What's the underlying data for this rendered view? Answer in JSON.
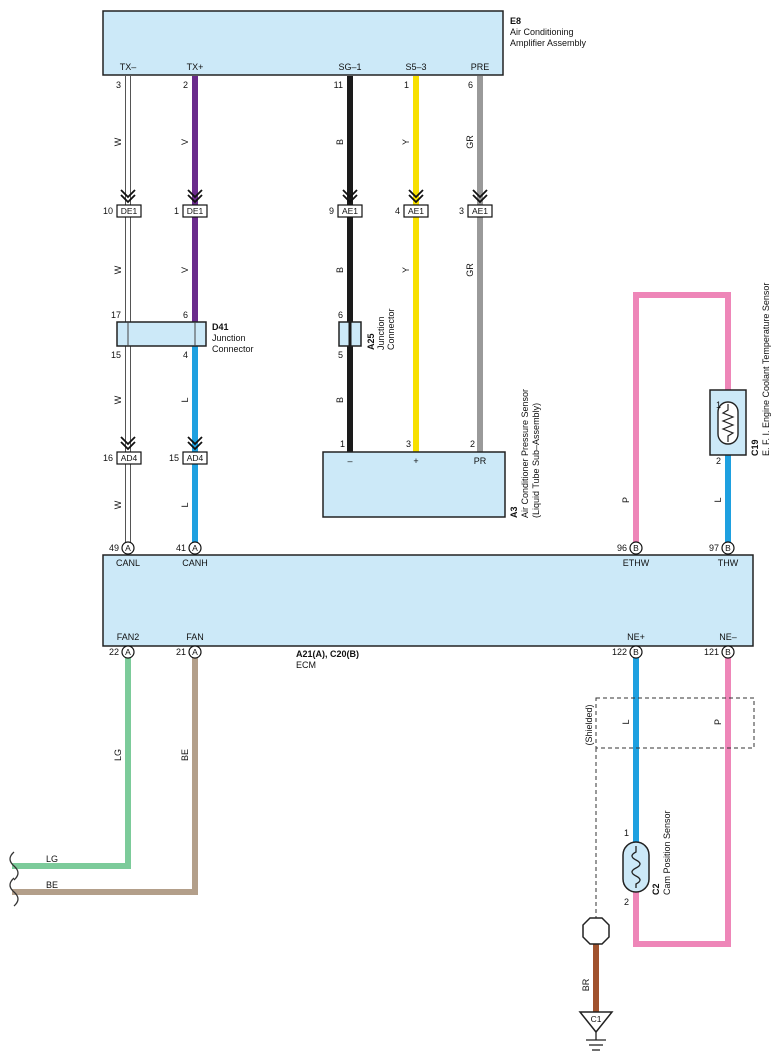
{
  "components": {
    "e8": {
      "code": "E8",
      "name_line1": "Air Conditioning",
      "name_line2": "Amplifier Assembly",
      "pins": {
        "txm": "TX–",
        "txp": "TX+",
        "sg1": "SG–1",
        "s53": "S5–3",
        "pre": "PRE"
      },
      "pin_numbers": {
        "txm": "3",
        "txp": "2",
        "sg1": "11",
        "s53": "1",
        "pre": "6"
      }
    },
    "d41": {
      "code": "D41",
      "name_line1": "Junction",
      "name_line2": "Connector",
      "pins": {
        "w_top": "17",
        "w_bot": "15",
        "v_top": "6",
        "l_bot": "4"
      }
    },
    "a25": {
      "code": "A25",
      "name_line1": "Junction",
      "name_line2": "Connector",
      "pins": {
        "top": "6",
        "bot": "5"
      }
    },
    "a3": {
      "code": "A3",
      "name_line1": "Air Conditioner Pressure Sensor",
      "name_line2": "(Liquid Tube Sub–Assembly)",
      "pins": {
        "minus": "–",
        "plus": "+",
        "pr": "PR"
      },
      "pin_numbers": {
        "minus": "1",
        "plus": "3",
        "pr": "2"
      }
    },
    "c19": {
      "code": "C19",
      "name": "E. F. I.   Engine Coolant Temperature Sensor",
      "pin_numbers": {
        "top": "1",
        "bot": "2"
      }
    },
    "c2": {
      "code": "C2",
      "name": "Cam Position Sensor",
      "pin_numbers": {
        "top": "1",
        "bot": "2"
      }
    },
    "ecm": {
      "code": "A21(A), C20(B)",
      "name": "ECM",
      "pins": {
        "canl": "CANL",
        "canh": "CANH",
        "ethw": "ETHW",
        "thw": "THW",
        "fan2": "FAN2",
        "fan": "FAN",
        "nep": "NE+",
        "nem": "NE–"
      },
      "pin_numbers": {
        "canl": "49",
        "canh": "41",
        "ethw": "96",
        "thw": "97",
        "fan2": "22",
        "fan": "21",
        "nep": "122",
        "nem": "121"
      },
      "connector_letters": {
        "a": "A",
        "b": "B"
      }
    },
    "ground": {
      "code": "C1"
    }
  },
  "connectors": {
    "de1": {
      "label": "DE1",
      "pin_w": "10",
      "pin_v": "1"
    },
    "ae1": {
      "label": "AE1",
      "pin_b": "9",
      "pin_y": "4",
      "pin_gr": "3"
    },
    "ad4": {
      "label": "AD4",
      "pin_w": "16",
      "pin_l": "15"
    }
  },
  "wire_colors": {
    "W": "W",
    "V": "V",
    "B": "B",
    "Y": "Y",
    "GR": "GR",
    "L": "L",
    "P": "P",
    "LG": "LG",
    "BE": "BE",
    "BR": "BR"
  },
  "shielded_label": "(Shielded)",
  "colors": {
    "box_fill": "#cce9f8",
    "white_wire": "#ffffff",
    "violet": "#6a2b8c",
    "black": "#1a1a1a",
    "yellow": "#f7e000",
    "gray": "#9a9a9a",
    "blue": "#1ea0e0",
    "pink": "#ee86b8",
    "light_green": "#7ccb9a",
    "beige": "#b39f8a",
    "brown": "#a0522d"
  }
}
